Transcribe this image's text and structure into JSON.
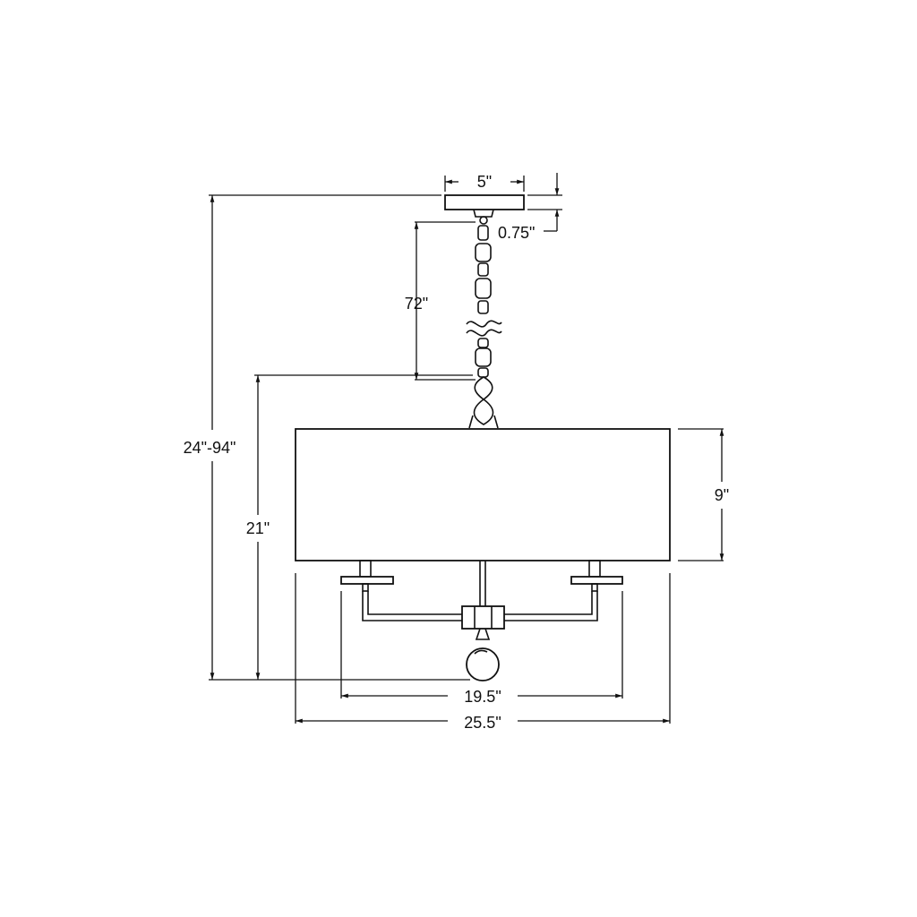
{
  "dimensions": {
    "canopy_width": "5\"",
    "canopy_height": "0.75\"",
    "chain_length": "72\"",
    "overall_height": "24\"-94\"",
    "fixture_height": "21\"",
    "shade_height": "9\"",
    "arm_span": "19.5\"",
    "shade_width": "25.5\""
  },
  "colors": {
    "line": "#111111",
    "background": "#ffffff"
  }
}
